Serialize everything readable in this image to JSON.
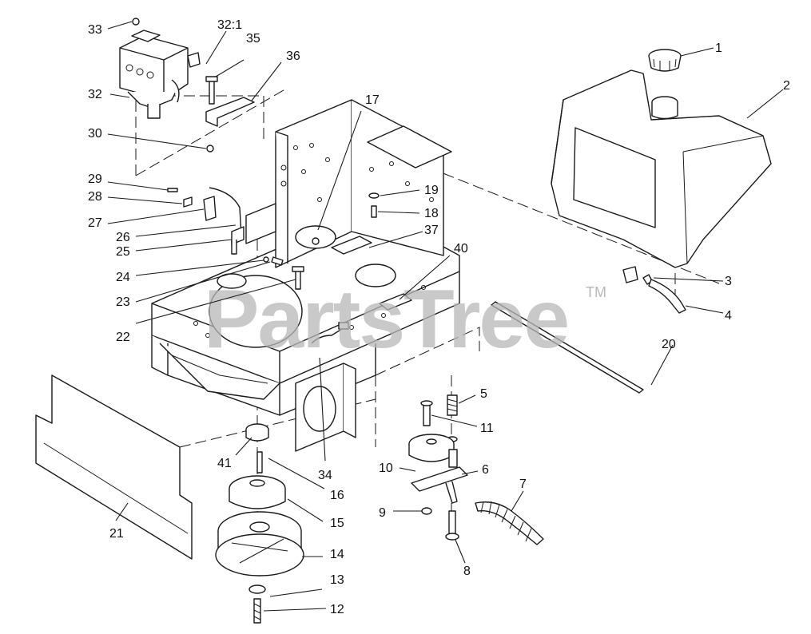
{
  "watermark": {
    "text": "PartsTree",
    "trademark": "TM"
  },
  "callouts": [
    {
      "id": "c1",
      "label": "1"
    },
    {
      "id": "c2",
      "label": "2"
    },
    {
      "id": "c3",
      "label": "3"
    },
    {
      "id": "c4",
      "label": "4"
    },
    {
      "id": "c5",
      "label": "5"
    },
    {
      "id": "c6",
      "label": "6"
    },
    {
      "id": "c7",
      "label": "7"
    },
    {
      "id": "c8",
      "label": "8"
    },
    {
      "id": "c9",
      "label": "9"
    },
    {
      "id": "c10",
      "label": "10"
    },
    {
      "id": "c11",
      "label": "11"
    },
    {
      "id": "c12",
      "label": "12"
    },
    {
      "id": "c13",
      "label": "13"
    },
    {
      "id": "c14",
      "label": "14"
    },
    {
      "id": "c15",
      "label": "15"
    },
    {
      "id": "c16",
      "label": "16"
    },
    {
      "id": "c17",
      "label": "17"
    },
    {
      "id": "c18",
      "label": "18"
    },
    {
      "id": "c19",
      "label": "19"
    },
    {
      "id": "c20",
      "label": "20"
    },
    {
      "id": "c21",
      "label": "21"
    },
    {
      "id": "c22",
      "label": "22"
    },
    {
      "id": "c23",
      "label": "23"
    },
    {
      "id": "c24",
      "label": "24"
    },
    {
      "id": "c25",
      "label": "25"
    },
    {
      "id": "c26",
      "label": "26"
    },
    {
      "id": "c27",
      "label": "27"
    },
    {
      "id": "c28",
      "label": "28"
    },
    {
      "id": "c29",
      "label": "29"
    },
    {
      "id": "c30",
      "label": "30"
    },
    {
      "id": "c32",
      "label": "32"
    },
    {
      "id": "c32_1",
      "label": "32:1"
    },
    {
      "id": "c33",
      "label": "33"
    },
    {
      "id": "c34",
      "label": "34"
    },
    {
      "id": "c35",
      "label": "35"
    },
    {
      "id": "c36",
      "label": "36"
    },
    {
      "id": "c37",
      "label": "37"
    },
    {
      "id": "c40",
      "label": "40"
    },
    {
      "id": "c41",
      "label": "41"
    }
  ]
}
